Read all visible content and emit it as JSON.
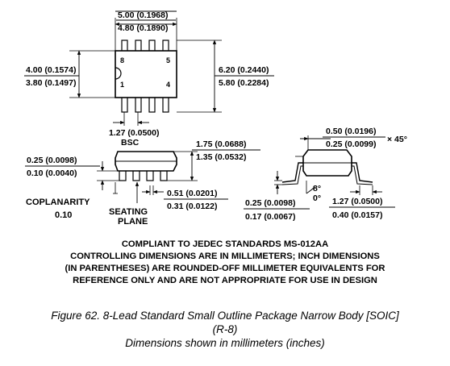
{
  "top_view": {
    "body_length_max": "5.00 (0.1968)",
    "body_length_min": "4.80 (0.1890)",
    "body_width_max": "4.00 (0.1574)",
    "body_width_min": "3.80 (0.1497)",
    "lead_span_max": "6.20 (0.2440)",
    "lead_span_min": "5.80 (0.2284)",
    "pitch": "1.27 (0.0500)",
    "pitch_note": "BSC",
    "pins": [
      "8",
      "5",
      "1",
      "4"
    ]
  },
  "side_view": {
    "height_max": "1.75 (0.0688)",
    "height_min": "1.35 (0.0532)",
    "standoff_max": "0.25 (0.0098)",
    "standoff_min": "0.10 (0.0040)",
    "lead_width_max": "0.51 (0.0201)",
    "lead_width_min": "0.31 (0.0122)",
    "coplanarity_label": "COPLANARITY",
    "coplanarity_value": "0.10",
    "seating_plane_1": "SEATING",
    "seating_plane_2": "PLANE"
  },
  "end_view": {
    "chamfer_max": "0.50 (0.0196)",
    "chamfer_min": "0.25 (0.0099)",
    "chamfer_angle": "× 45°",
    "lead_thick_max": "0.25 (0.0098)",
    "lead_thick_min": "0.17 (0.0067)",
    "angle_max": "8°",
    "angle_min": "0°",
    "foot_max": "1.27 (0.0500)",
    "foot_min": "0.40 (0.0157)"
  },
  "notes": [
    "COMPLIANT TO JEDEC STANDARDS MS-012AA",
    "CONTROLLING DIMENSIONS ARE IN MILLIMETERS; INCH DIMENSIONS",
    "(IN PARENTHESES) ARE ROUNDED-OFF MILLIMETER EQUIVALENTS FOR",
    "REFERENCE ONLY AND ARE NOT APPROPRIATE FOR USE IN DESIGN"
  ],
  "caption": [
    "Figure 62. 8-Lead Standard Small Outline Package Narrow Body [SOIC]",
    "(R-8)",
    "Dimensions shown in millimeters (inches)"
  ]
}
